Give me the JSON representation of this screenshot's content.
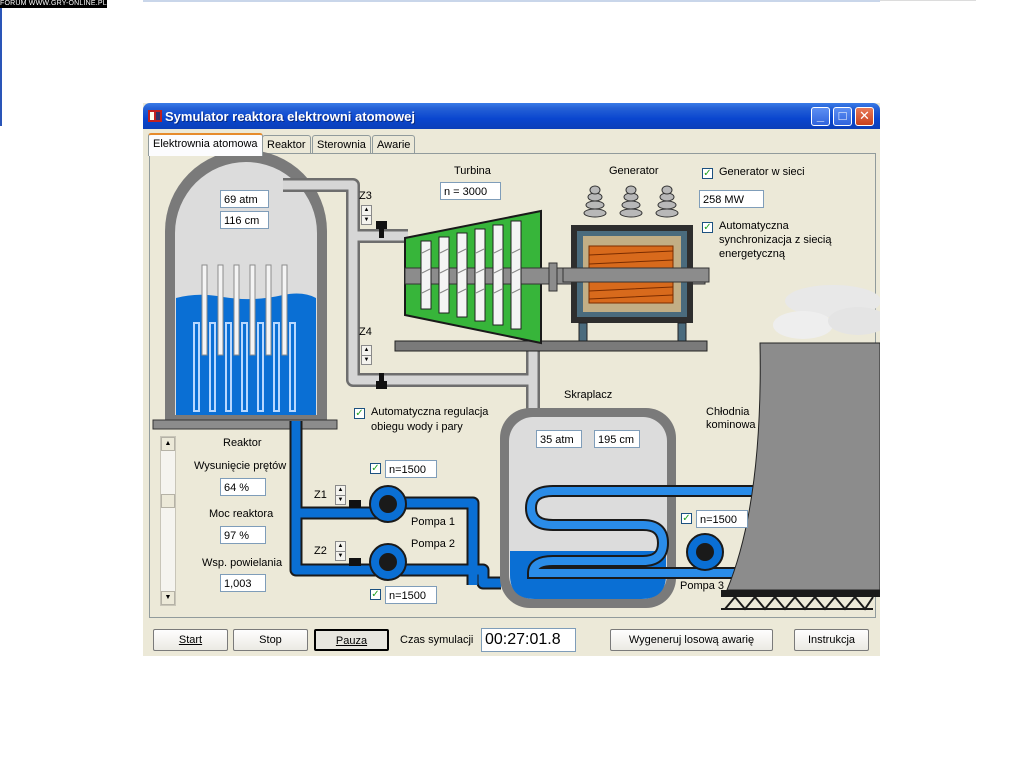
{
  "watermark": "FORUM WWW.GRY-ONLINE.PL",
  "window": {
    "title": "Symulator reaktora elektrowni atomowej",
    "controls": {
      "minimize": "_",
      "maximize": "□",
      "close": "✕"
    }
  },
  "tabs": [
    {
      "label": "Elektrownia atomowa",
      "active": true
    },
    {
      "label": "Reaktor",
      "active": false
    },
    {
      "label": "Sterownia",
      "active": false
    },
    {
      "label": "Awarie",
      "active": false
    }
  ],
  "reactor": {
    "pressure": "69 atm",
    "level": "116 cm",
    "section_title": "Reaktor",
    "rods_label": "Wysunięcie prętów",
    "rods_value": "64 %",
    "power_label": "Moc reaktora",
    "power_value": "97 %",
    "multiplication_label": "Wsp. powielania",
    "multiplication_value": "1,003"
  },
  "turbine": {
    "label": "Turbina",
    "speed": "n = 3000"
  },
  "generator": {
    "label": "Generator",
    "online_label": "Generator w sieci",
    "online_checked": true,
    "output": "258 MW",
    "sync_label_line1": "Automatyczna",
    "sync_label_line2": "synchronizacja z siecią",
    "sync_label_line3": "energetyczną",
    "sync_checked": true
  },
  "valves": {
    "z3": "Z3",
    "z4": "Z4",
    "z1": "Z1",
    "z2": "Z2"
  },
  "auto_regulation": {
    "line1": "Automatyczna regulacja",
    "line2": "obiegu wody i pary",
    "checked": true
  },
  "condenser": {
    "label": "Skraplacz",
    "pressure": "35 atm",
    "level": "195 cm"
  },
  "cooling_tower": {
    "line1": "Chłodnia",
    "line2": "kominowa"
  },
  "pumps": [
    {
      "label": "Pompa 1",
      "speed": "n=1500",
      "checked": true
    },
    {
      "label": "Pompa 2",
      "speed": "n=1500",
      "checked": true
    },
    {
      "label": "Pompa 3",
      "speed": "n=1500",
      "checked": true
    }
  ],
  "footer": {
    "start": "Start",
    "stop": "Stop",
    "pause": "Pauza",
    "time_label": "Czas symulacji",
    "time_value": "00:27:01.8",
    "random_failure": "Wygeneruj losową awarię",
    "instructions": "Instrukcja"
  },
  "colors": {
    "water": "#0a6fd4",
    "steam_pipe": "#d6d6d6",
    "turbine_green": "#37b53a",
    "generator_copper": "#d86a1c",
    "steel": "#8c8c8c",
    "title_blue": "#0a46cf"
  }
}
